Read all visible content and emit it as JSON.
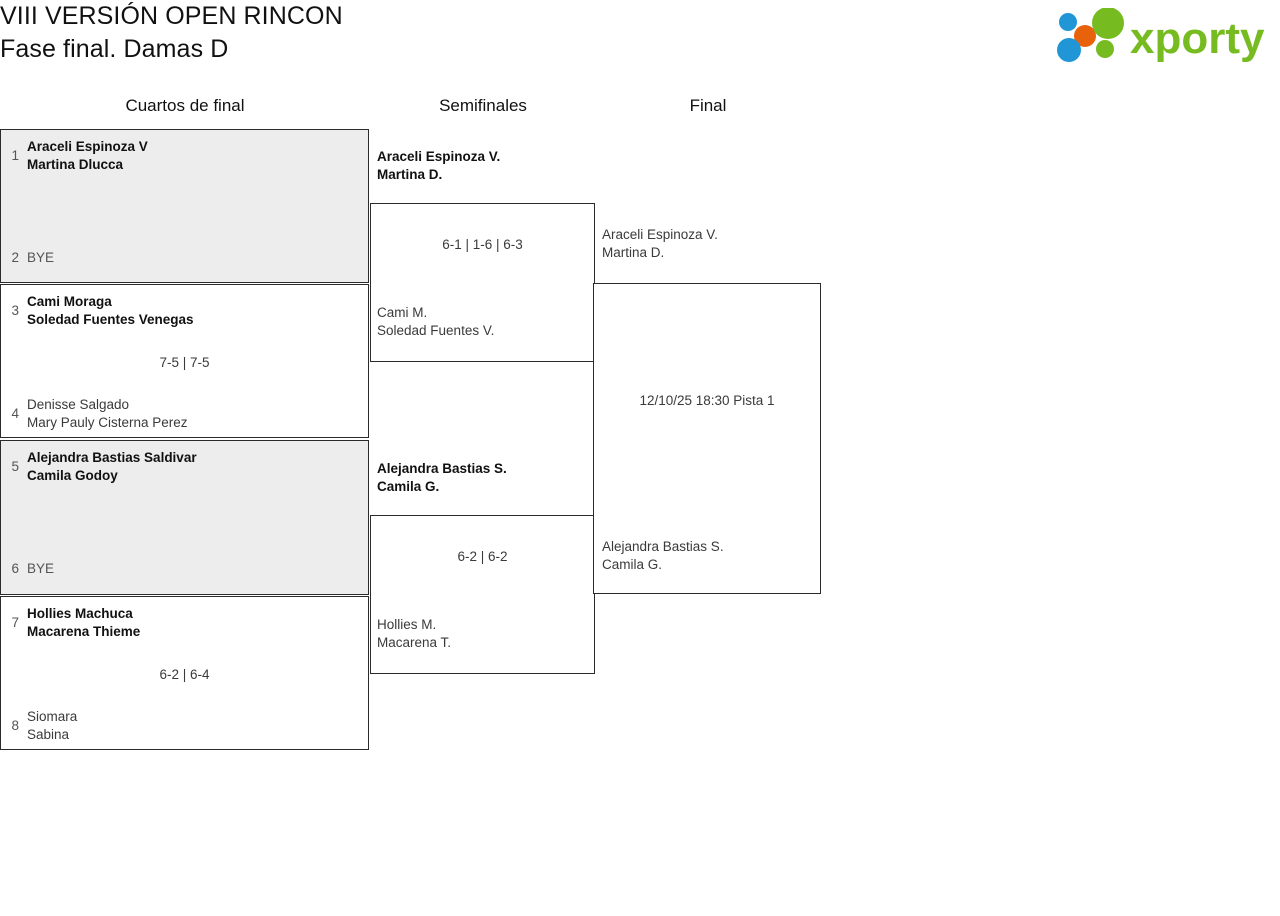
{
  "header": {
    "title_line1": "VIII VERSIÓN OPEN RINCON",
    "title_line2": "Fase final. Damas D",
    "logo_text": "xporty",
    "logo_colors": {
      "green": "#76bc21",
      "blue": "#2196d6",
      "orange": "#e8620c"
    }
  },
  "rounds": [
    {
      "label": "Cuartos de final"
    },
    {
      "label": "Semifinales"
    },
    {
      "label": "Final"
    }
  ],
  "quarterfinals": [
    {
      "top": {
        "seed": "1",
        "players": [
          "Araceli Espinoza V",
          "Martina Dlucca"
        ],
        "winner": true
      },
      "bottom": {
        "seed": "2",
        "players": [
          "BYE"
        ],
        "winner": false,
        "is_bye": true
      },
      "score": "",
      "shaded": true
    },
    {
      "top": {
        "seed": "3",
        "players": [
          "Cami Moraga",
          "Soledad Fuentes Venegas"
        ],
        "winner": true
      },
      "bottom": {
        "seed": "4",
        "players": [
          "Denisse Salgado",
          "Mary Pauly Cisterna Perez"
        ],
        "winner": false
      },
      "score": "7-5 | 7-5",
      "shaded": false
    },
    {
      "top": {
        "seed": "5",
        "players": [
          "Alejandra Bastias Saldivar",
          "Camila Godoy"
        ],
        "winner": true
      },
      "bottom": {
        "seed": "6",
        "players": [
          "BYE"
        ],
        "winner": false,
        "is_bye": true
      },
      "score": "",
      "shaded": true
    },
    {
      "top": {
        "seed": "7",
        "players": [
          "Hollies Machuca",
          "Macarena Thieme"
        ],
        "winner": true
      },
      "bottom": {
        "seed": "8",
        "players": [
          "Siomara",
          "Sabina"
        ],
        "winner": false
      },
      "score": "6-2 | 6-4",
      "shaded": false
    }
  ],
  "semifinals": [
    {
      "top": {
        "players": [
          "Araceli Espinoza V.",
          "Martina D."
        ],
        "winner": true
      },
      "bottom": {
        "players": [
          "Cami M.",
          "Soledad Fuentes V."
        ],
        "winner": false
      },
      "score": "6-1 | 1-6 | 6-3"
    },
    {
      "top": {
        "players": [
          "Alejandra Bastias S.",
          "Camila G."
        ],
        "winner": true
      },
      "bottom": {
        "players": [
          "Hollies M.",
          "Macarena T."
        ],
        "winner": false
      },
      "score": "6-2 | 6-2"
    }
  ],
  "final": {
    "top": {
      "players": [
        "Araceli Espinoza V.",
        "Martina D."
      ],
      "winner": false
    },
    "bottom": {
      "players": [
        "Alejandra Bastias S.",
        "Camila G."
      ],
      "winner": false
    },
    "schedule": "12/10/25 18:30 Pista 1"
  }
}
